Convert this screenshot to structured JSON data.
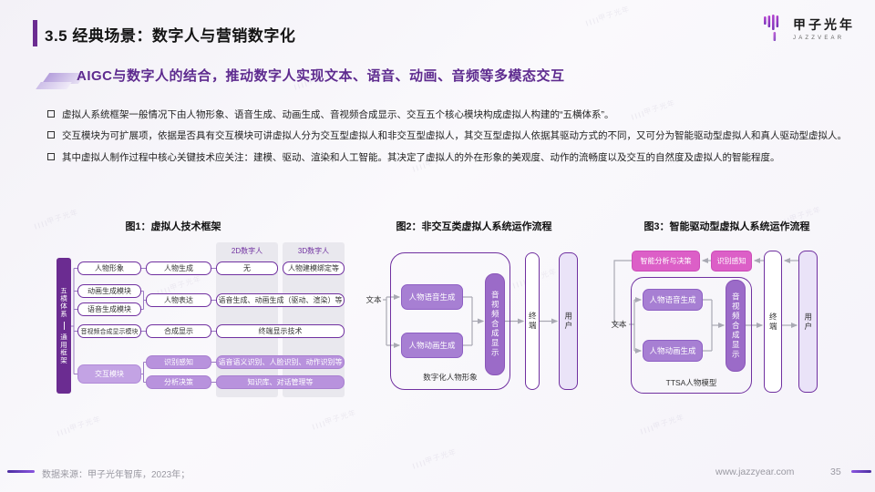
{
  "colors": {
    "accent": "#7030A0",
    "sidebar_purple": "#6B2C91",
    "fill_light": "#B892DD",
    "fill_medium": "#A77FD3",
    "fill_deep": "#9B6BC8",
    "pink": "#DC5FC7",
    "lavender": "#EAE3F8",
    "band_gray": "#E9E8EE",
    "arrow_gray": "#A9A9B3"
  },
  "brand": {
    "name": "甲子光年",
    "sub": "JAZZVEAR",
    "watermark": "甲子光年"
  },
  "header": {
    "section_title": "3.5 经典场景：数字人与营销数字化",
    "subtitle": "AIGC与数字人的结合，推动数字人实现文本、语音、动画、音频等多模态交互"
  },
  "bullets": [
    "虚拟人系统框架一般情况下由人物形象、语音生成、动画生成、音视频合成显示、交互五个核心模块构成虚拟人构建的“五横体系”。",
    "交互模块为可扩展项，依据是否具有交互模块可讲虚拟人分为交互型虚拟人和非交互型虚拟人，其交互型虚拟人依据其驱动方式的不同，又可分为智能驱动型虚拟人和真人驱动型虚拟人。",
    "其中虚拟人制作过程中核心关键技术应关注：建模、驱动、渲染和人工智能。其决定了虚拟人的外在形象的美观度、动作的流畅度以及交互的自然度及虚拟人的智能程度。"
  ],
  "fig1": {
    "title": "图1：虚拟人技术框架",
    "sidebar_top": "五横体系",
    "sidebar_bottom": "通用框架",
    "col2d": "2D数字人",
    "col3d": "3D数字人",
    "modules": [
      "人物形象",
      "动画生成模块",
      "语音生成模块",
      "音视频合成显示模块",
      "交互模块"
    ],
    "stages": [
      "人物生成",
      "人物表达",
      "合成显示",
      "识别感知",
      "分析决策"
    ],
    "cells": {
      "r1_2d": "无",
      "r1_3d": "人物建模绑定等",
      "r2": "语音生成、动画生成（驱动、渲染）等",
      "r3": "终端显示技术",
      "r4": "语音语义识别、人脸识别、动作识别等",
      "r5": "知识库、对话管理等"
    }
  },
  "fig2": {
    "title": "图2：非交互类虚拟人系统运作流程",
    "input": "文本",
    "gen_boxes": [
      "人物语音生成",
      "人物动画生成"
    ],
    "synth": "音视频合成显示",
    "container_label": "数字化人物形象",
    "terminal": "终端",
    "user": "用户"
  },
  "fig3": {
    "title": "图3：智能驱动型虚拟人系统运作流程",
    "input": "文本",
    "feedback": [
      "智能分析与决策",
      "识别感知"
    ],
    "gen_boxes": [
      "人物语音生成",
      "人物动画生成"
    ],
    "synth": "音视频合成显示",
    "container_label": "TTSA人物模型",
    "terminal": "终端",
    "user": "用户"
  },
  "footer": {
    "source": "数据来源：甲子光年智库，2023年；",
    "url": "www.jazzyear.com",
    "page": "35"
  }
}
